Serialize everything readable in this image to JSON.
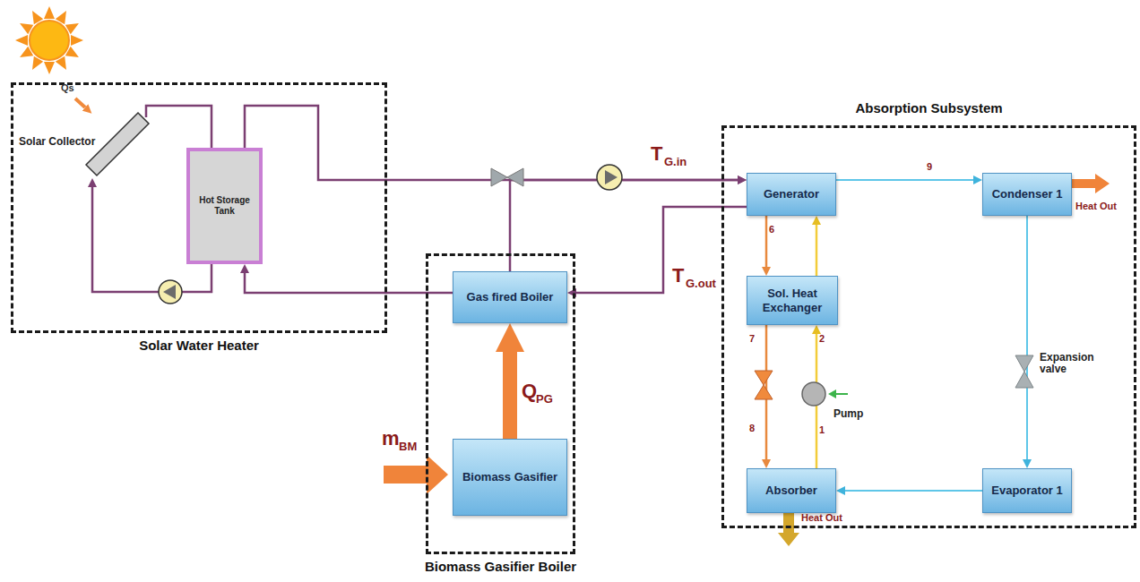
{
  "diagram": {
    "nodes": [
      {
        "text": [
          "Solar Water Heater"
        ]
      },
      {
        "text": [
          "Solar Collector"
        ],
        "in": 0
      },
      {
        "text": [
          "Hot Storage Tank"
        ],
        "in": 0
      },
      {
        "text": [
          "Biomass Gasifier Boiler"
        ]
      },
      {
        "text": [
          "Gas fired Boiler"
        ],
        "in": 3
      },
      {
        "text": [
          "Biomass Gasifier"
        ],
        "in": 3
      },
      {
        "text": [
          "Absorption Subsystem"
        ]
      },
      {
        "text": [
          "Generator"
        ],
        "in": 6
      },
      {
        "text": [
          "Condenser 1"
        ],
        "in": 6
      },
      {
        "text": [
          "Sol. Heat Exchanger"
        ],
        "in": 6
      },
      {
        "text": [
          "Absorber"
        ],
        "in": 6
      },
      {
        "text": [
          "Evaporator 1"
        ],
        "in": 6
      }
    ],
    "edges": [
      {
        "from": 2,
        "to": 1,
        "arrow": "to"
      },
      {
        "from": 1,
        "to": 2,
        "arrow": "none"
      },
      {
        "from": 2,
        "to": 7,
        "arrow": "to"
      },
      {
        "from": 4,
        "to": 7,
        "arrow": "to"
      },
      {
        "from": 7,
        "to": 4,
        "arrow": "to"
      },
      {
        "from": 4,
        "to": 2,
        "arrow": "to"
      },
      {
        "from": 5,
        "to": 4,
        "arrow": "to"
      },
      {
        "from": 7,
        "to": 8,
        "label": "9",
        "arrow": "to"
      },
      {
        "from": 8,
        "to": 11,
        "arrow": "to"
      },
      {
        "from": 11,
        "to": 10,
        "arrow": "to"
      },
      {
        "from": 7,
        "to": 9,
        "label": "6",
        "arrow": "to"
      },
      {
        "from": 9,
        "to": 10,
        "label": "7",
        "arrow": "to"
      },
      {
        "from": 10,
        "to": 9,
        "label": "1",
        "arrow": "to"
      },
      {
        "from": 9,
        "to": 7,
        "arrow": "to"
      }
    ],
    "labels": [
      "Qs",
      "T",
      "G.in",
      "T",
      "G.out",
      "Q",
      "PG",
      "m",
      "BM",
      "Heat Out",
      "Heat Out",
      "2",
      "8",
      "Pump",
      "Expansion valve"
    ]
  }
}
